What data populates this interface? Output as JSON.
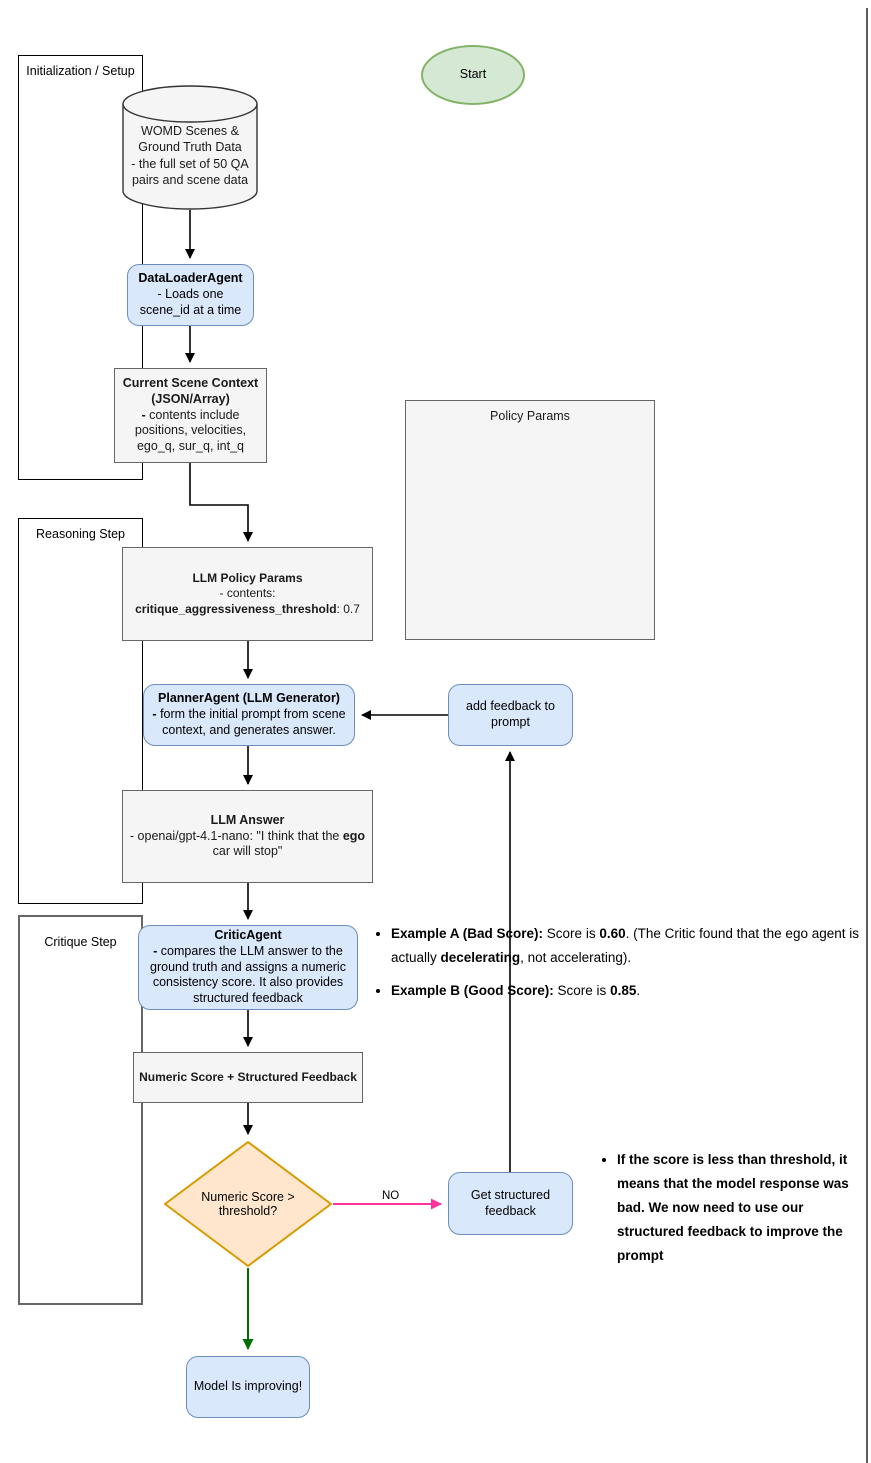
{
  "containers": {
    "init": {
      "label": "Initialization / Setup"
    },
    "reasoning": {
      "label": "Reasoning Step"
    },
    "critique": {
      "label": "Critique Step"
    }
  },
  "nodes": {
    "start": {
      "label": "Start"
    },
    "womd": {
      "title": "WOMD Scenes & Ground Truth Data",
      "body": "- the full set of 50 QA pairs and scene data"
    },
    "data_loader": {
      "title": "DataLoaderAgent",
      "body": "- Loads one scene_id at a time"
    },
    "scene_context": {
      "title": "Current Scene Context (JSON/Array)",
      "dash": "-",
      "body": " contents include positions, velocities, ego_q, sur_q, int_q"
    },
    "policy_params": {
      "label": "Policy Params"
    },
    "llm_policy": {
      "title": "LLM Policy Params",
      "line2": "- contents:",
      "param": "critique_aggressiveness_threshold",
      "value": ": 0.7"
    },
    "planner": {
      "title": "PlannerAgent (LLM Generator)",
      "dash": "-",
      "body": " form the initial prompt from scene context, and generates answer."
    },
    "add_feedback": {
      "label": "add feedback to prompt"
    },
    "llm_answer": {
      "title": "LLM Answer",
      "pre": "- openai/gpt-4.1-nano: \"I think that the ",
      "bold": "ego",
      "post": " car will stop\""
    },
    "critic": {
      "title": "CriticAgent",
      "dash": "-",
      "body": " compares the LLM answer to the ground truth and assigns a numeric consistency score. It also provides structured feedback"
    },
    "numeric_score": {
      "label": "Numeric Score + Structured Feedback"
    },
    "decision": {
      "label": "Numeric Score > threshold?"
    },
    "get_feedback": {
      "label": "Get structured feedback"
    },
    "model_improving": {
      "label": "Model Is improving!"
    }
  },
  "edges": {
    "no_label": "NO"
  },
  "annotations": {
    "example_a": {
      "s1": "Example A (Bad Score):",
      "s2": " Score is ",
      "s3": "0.60",
      "s4": ". (The Critic found that the ego agent is actually ",
      "s5": "decelerating",
      "s6": ", not accelerating)."
    },
    "example_b": {
      "s1": "Example B (Good Score):",
      "s2": " Score is ",
      "s3": "0.85",
      "s4": "."
    },
    "threshold_note": "If the score is less than threshold, it means that the model response was bad. We now need to use our structured feedback to improve the prompt"
  },
  "colors": {
    "blue_fill": "#dae8fc",
    "blue_border": "#6c8ebf",
    "gray_fill": "#f5f5f5",
    "gray_border": "#666666",
    "green_fill": "#d5e8d4",
    "green_border": "#82b366",
    "orange_fill": "#ffe6cc",
    "orange_border": "#d79b00",
    "arrow_black": "#000000",
    "arrow_pink": "#ff3399",
    "arrow_green": "#007000"
  }
}
